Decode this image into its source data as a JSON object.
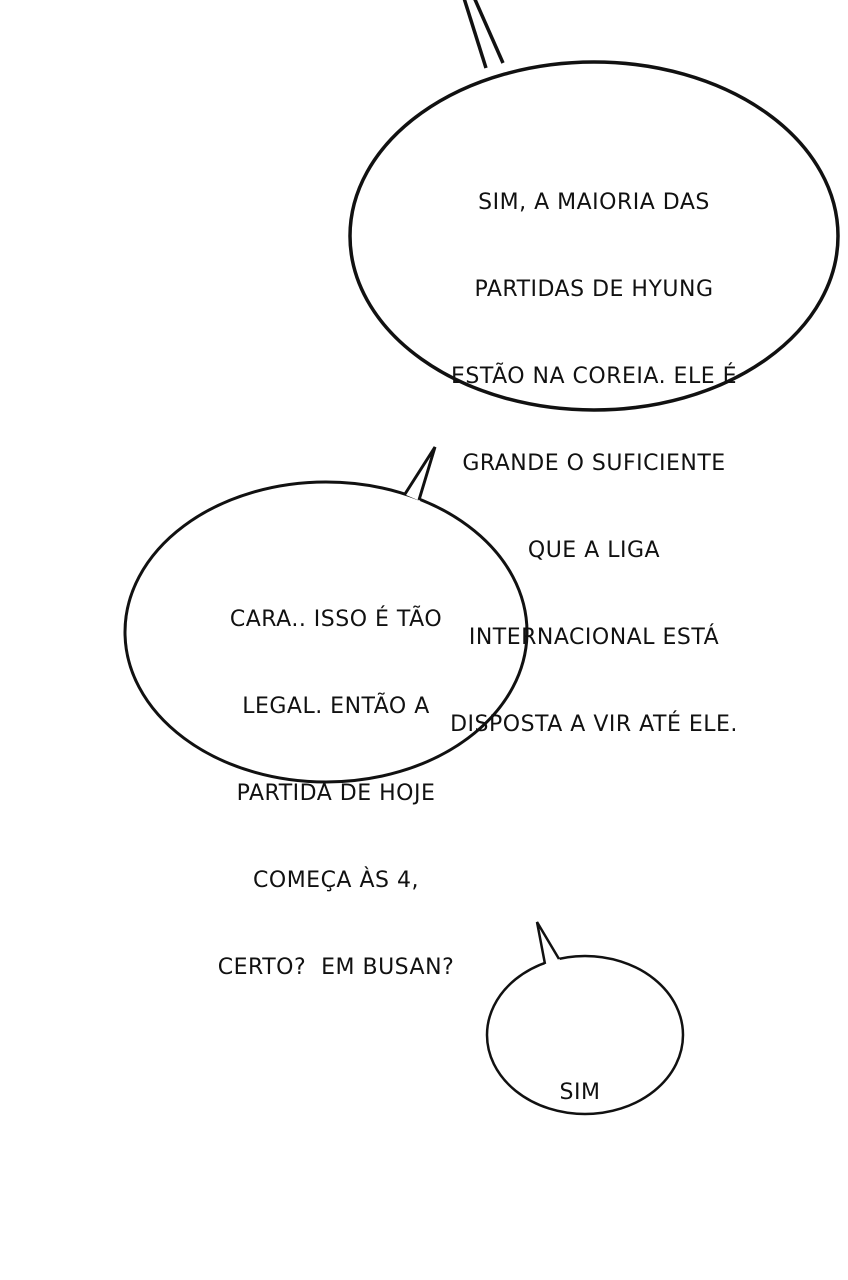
{
  "page": {
    "background": "#ffffff",
    "ink_color": "#111111"
  },
  "bubbles": [
    {
      "id": "bubble-1",
      "speaker_tail": "top-left",
      "lines": [
        "SIM, A MAIORIA DAS",
        "PARTIDAS DE HYUNG",
        "ESTÃO NA COREIA. ELE É",
        "GRANDE O SUFICIENTE",
        "QUE A LIGA",
        "INTERNACIONAL ESTÁ",
        "DISPOSTA A VIR ATÉ ELE."
      ]
    },
    {
      "id": "bubble-2",
      "speaker_tail": "top-right",
      "lines": [
        "CARA.. ISSO É TÃO",
        "LEGAL. ENTÃO A",
        "PARTIDA DE HOJE",
        "COMEÇA ÀS 4,",
        "CERTO?  EM BUSAN?"
      ]
    },
    {
      "id": "bubble-3",
      "speaker_tail": "top-left",
      "lines": [
        "SIM"
      ]
    }
  ]
}
